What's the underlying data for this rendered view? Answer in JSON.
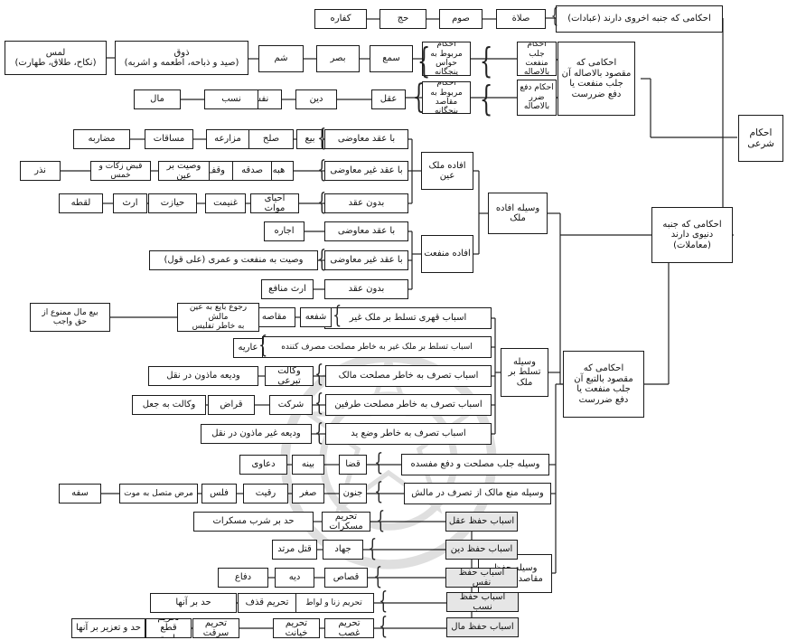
{
  "nodes": {
    "ahkam_shari": "احکام\nشرعی",
    "ukhrawi": "احکامی که جنبه اخروی دارند (عبادات)",
    "salat": "صلاة",
    "sawm": "صوم",
    "hajj": "حج",
    "kaffara": "کفاره",
    "maqsud_bil_asala": "احکامی که\nمقصود بالاصاله آن\nجلب منفعت یا\nدفع ضررست",
    "jalb_bil_asala": "احکام جلب\nمنفعت بالاصاله",
    "havas": "احکام مربوط به\nحواس پنجگانه",
    "sam": "سمع",
    "basar": "بصر",
    "shamm": "شم",
    "dhawq": "ذوق\n(صید و ذباحه، اطعمه و اشربه)",
    "lams": "لمس\n(نکاح، طلاق، طهارت)",
    "daf_bil_asala": "احکام دفع ضرر\nبالاصاله",
    "maqasid_panjgane": "احکام مربوط به\nمقاصد پنجگانه",
    "aql": "عقل",
    "din": "دین",
    "nafs": "نفس",
    "nasab": "نسب",
    "mal": "مال",
    "dunyawi": "احکامی که جنبه\nدنیوی دارند\n(معاملات)",
    "vasile_ifade_milk": "وسیله افاده\nملک",
    "ifade_milk_ayn": "افاده ملک\nعین",
    "ba_aqd_muawadi_1": "با عقد معاوضی",
    "bay": "بیع",
    "sulh": "صلح",
    "muzaraa": "مزارعه",
    "musaqat": "مساقات",
    "mudaraba": "مضاربه",
    "ba_aqd_ghayr_1": "با عقد غیر معاوضی",
    "hiba": "هبه",
    "sadaqa": "صدقه",
    "vaqf": "وقف",
    "vasiyyat_ayn": "وصیت بر عین",
    "qabz": "قبض زکات و خمس",
    "nadhr": "نذر",
    "bidun_aqd_1": "بدون عقد",
    "ihya": "احیای موات",
    "ghanimat": "غنیمت",
    "hiyazat": "حیازت",
    "irth_1": "ارث",
    "luqata": "لقطه",
    "ifade_manfaat": "افاده منفعت",
    "ba_aqd_muawadi_2": "با عقد معاوضی",
    "ijara": "اجاره",
    "ba_aqd_ghayr_2": "با عقد غیر معاوضی",
    "vasiyyat_manfaat": "وصیت به منفعت و عمری (علی قول)",
    "bidun_aqd_2": "بدون عقد",
    "irth_manafi": "ارث منافع",
    "vasile_tasallut": "وسیله\nتسلط بر\nملک",
    "asbab_qahri": "اسباب قهری تسلط بر ملک غیر",
    "shufa": "شفعه",
    "muqassa": "مقاصه",
    "rujue_bayi": "رجوع بایع به عین مالش\nبه خاطر تفلیس",
    "bay_mal_mamnu": "بیع مال ممنوع از\nحق واجب",
    "asbab_tasallut_maslahat": "اسباب تسلط بر ملک غیر به خاطر مصلحت مصرف کننده",
    "ariya": "عاریه",
    "asbab_tasarruf_malik": "اسباب تصرف به خاطر مصلحت مالک",
    "vikalat_tabarrui": "وکالت تبرعی",
    "vadia_mathun": "ودیعه ماذون در نقل",
    "asbab_tasarruf_tarafayn": "اسباب تصرف به خاطر مصلحت طرفین",
    "shirkat": "شرکت",
    "qirad": "قراض",
    "vikalat_jual": "وکالت به جعل",
    "asbab_tasarruf_vaz_yad": "اسباب تصرف به خاطر وضع ید",
    "vadia_ghayr": "ودیعه غیر ماذون در نقل",
    "maqsud_bittab": "احکامی که\nمقصود بالتبع آن\nجلب منفعت یا\nدفع ضررست",
    "vasile_jalb_maslahat": "وسیله جلب مصلحت و دفع مفسده",
    "qaza": "قضا",
    "bayyina": "بینه",
    "daawi": "دعاوی",
    "vasile_man_malik": "وسیله منع مالک از تصرف در مالش",
    "junun": "جنون",
    "sighar": "صغر",
    "riqqiyat": "رقیت",
    "falas": "فلس",
    "maraz": "مرض متصل به موت",
    "safah": "سفه",
    "vasile_hifz": "وسیله حفظ\nمقاصد پنج گانه",
    "hifz_aql": "اسباب حفظ عقل",
    "tahrim_muskirat": "تحریم مسکرات",
    "hadd_shurb": "حد بر شرب مسکرات",
    "hifz_din": "اسباب حفظ دین",
    "jihad": "جهاد",
    "qatl_murtad": "قتل مرتد",
    "hifz_nafs": "اسباب حفظ نفس",
    "qisas": "قصاص",
    "diya": "دیه",
    "difa": "دفاع",
    "hifz_nasab": "اسباب حفظ نسب",
    "tahrim_zina": "تحریم زنا و لواط",
    "tahrim_qazf": "تحریم قذف",
    "hadd_anha_1": "حد بر آنها",
    "hifz_mal": "اسباب حفظ مال",
    "tahrim_ghasb": "تحریم غصب",
    "tahrim_khiyanat": "تحریم خیانت",
    "tahrim_sirqat": "تحریم سرقت",
    "tahrim_qat_tariq": "تحریم قطع طریق",
    "hadd_tazir": "حد و تعزیر بر آنها"
  }
}
